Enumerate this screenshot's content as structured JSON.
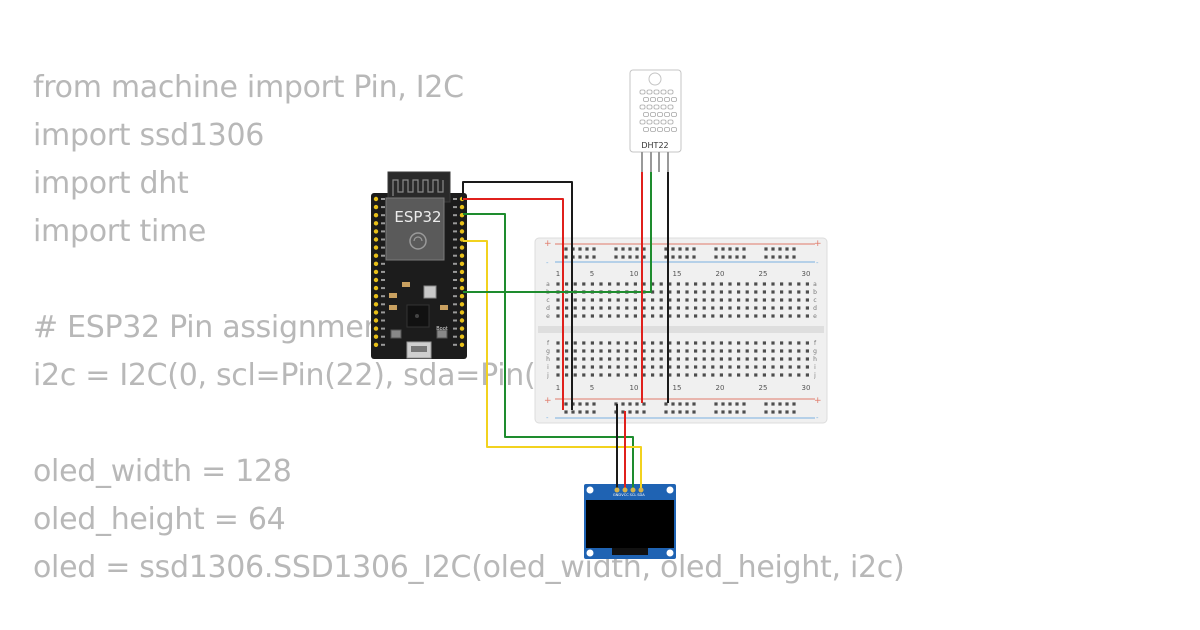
{
  "code_lines": [
    "from machine import Pin, I2C",
    "import ssd1306",
    "import dht",
    "import time",
    "",
    "# ESP32 Pin assignment",
    "i2c = I2C(0, scl=Pin(22), sda=Pin(21))",
    "",
    "oled_width = 128",
    "oled_height = 64",
    "oled = ssd1306.SSD1306_I2C(oled_width, oled_height, i2c)"
  ],
  "esp32": {
    "label": "ESP32",
    "boot_label": "Boot"
  },
  "dht": {
    "label": "DHT22"
  },
  "oled": {
    "pins": [
      "GND",
      "VCC",
      "SCL",
      "SDA"
    ]
  },
  "breadboard": {
    "column_numbers": [
      "1",
      "5",
      "10",
      "15",
      "20",
      "25",
      "30"
    ],
    "rows_top": [
      "a",
      "b",
      "c",
      "d",
      "e"
    ],
    "rows_bottom": [
      "f",
      "g",
      "h",
      "i",
      "j"
    ],
    "rail_plus": "+",
    "rail_minus": "-"
  },
  "wire_colors": {
    "black": "#1a1a1a",
    "red": "#e0201c",
    "green": "#1e8c2e",
    "yellow": "#f2d21f"
  }
}
